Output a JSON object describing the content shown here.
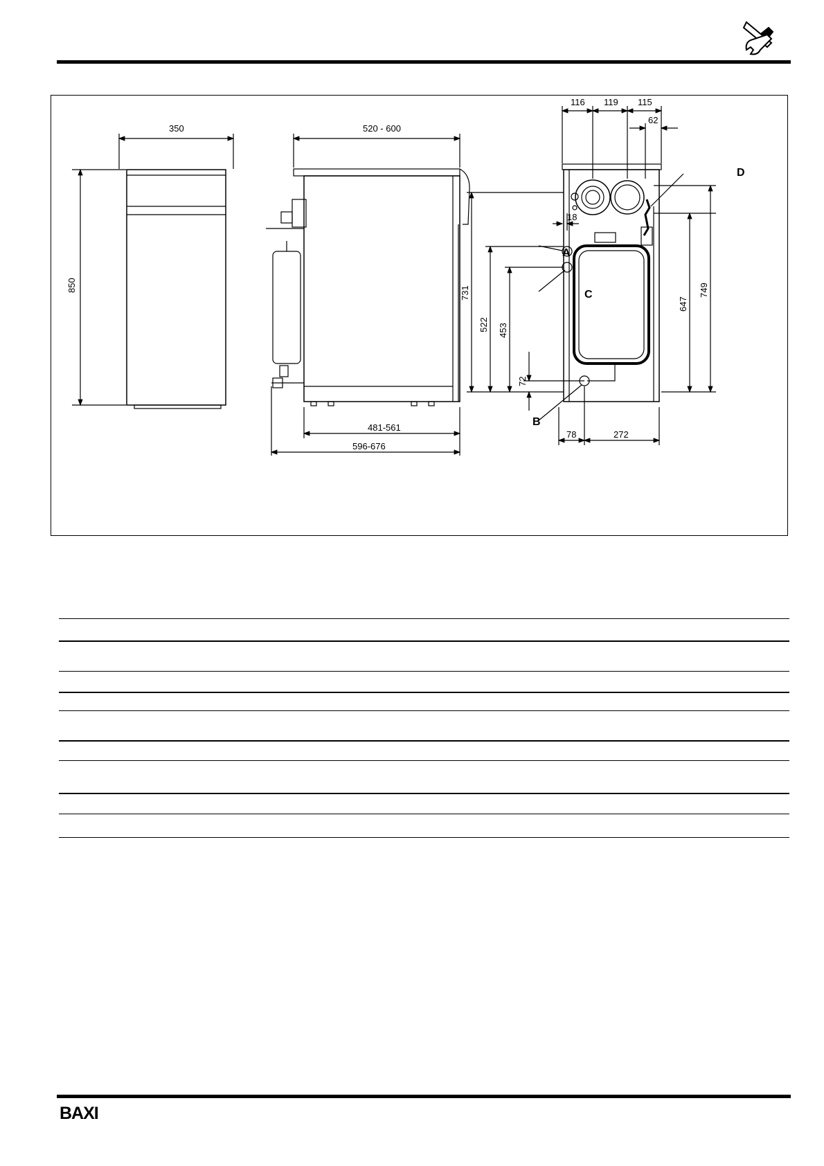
{
  "dimensions": {
    "width_front": "350",
    "height_front": "850",
    "depth_top": "520 - 600",
    "depth_base": "481-561",
    "depth_total": "596-676",
    "rear_w1": "116",
    "rear_w2": "119",
    "rear_w3": "115",
    "rear_62": "62",
    "rear_18": "18",
    "h_731": "731",
    "h_522": "522",
    "h_453": "453",
    "h_72": "72",
    "h_647": "647",
    "h_749": "749",
    "w_78": "78",
    "w_272": "272"
  },
  "connections": {
    "a": "A",
    "b": "B",
    "c": "C",
    "d": "D"
  },
  "brand": {
    "logo_text": "BAXI"
  },
  "icons": {
    "header": "tools-icon"
  }
}
